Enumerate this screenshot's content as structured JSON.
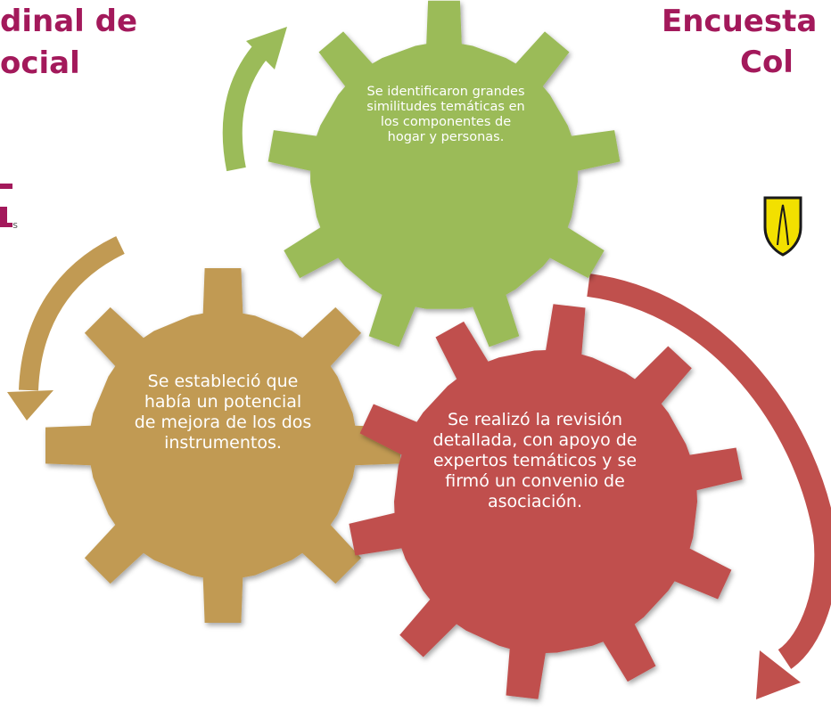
{
  "header": {
    "left_title_line1": "dinal de",
    "left_title_line2": "ocial",
    "right_title_line1": "Encuesta",
    "right_title_line2": "Col",
    "left_fragment": "s"
  },
  "diagram": {
    "gears": [
      {
        "name": "gear-green",
        "color": "#9bbb59",
        "text": "Se identificaron grandes similitudes temáticas en los componentes de hogar y personas."
      },
      {
        "name": "gear-tan",
        "color": "#c19a53",
        "text": "Se estableció que había un potencial de mejora de los dos instrumentos."
      },
      {
        "name": "gear-red",
        "color": "#c0504d",
        "text": "Se realizó la revisión detallada, con apoyo de expertos temáticos y se firmó un convenio de asociación."
      }
    ],
    "arrows": [
      {
        "name": "arrow-green",
        "color": "#9bbb59"
      },
      {
        "name": "arrow-tan",
        "color": "#c19a53"
      },
      {
        "name": "arrow-red",
        "color": "#c0504d"
      }
    ]
  },
  "logo": {
    "name": "shield-logo-icon",
    "fill": "#f2e000",
    "outline": "#1a1a1a"
  }
}
